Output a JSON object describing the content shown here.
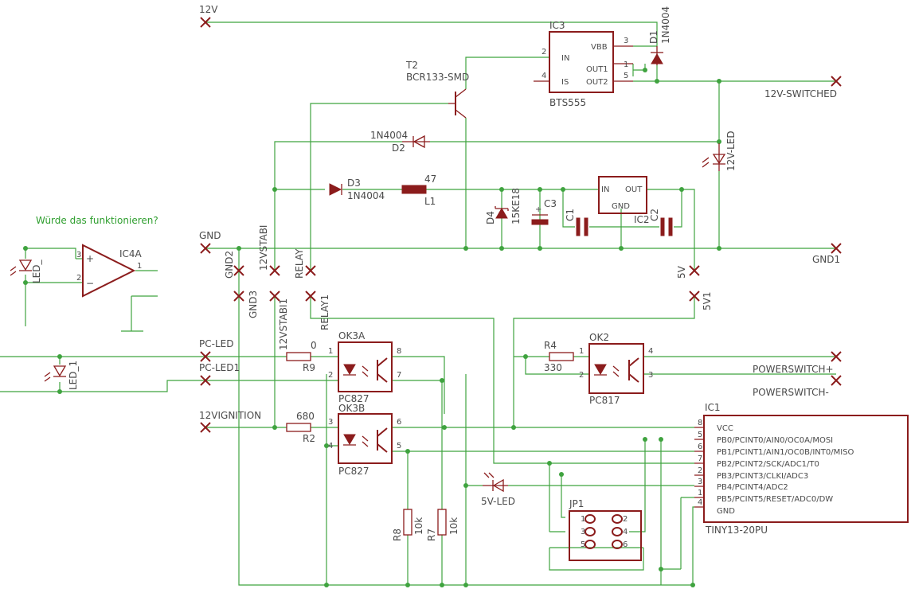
{
  "comment": "Würde das funktionieren?",
  "nets": {
    "v12": "12V",
    "gnd": "GND",
    "v12_switched": "12V-SWITCHED",
    "gnd1": "GND1",
    "gnd2": "GND2",
    "gnd3": "GND3",
    "v12stabi": "12VSTABI",
    "v12stabi1": "12VSTABI1",
    "relay": "RELAY",
    "relay1": "RELAY1",
    "v5": "5V",
    "v5_1": "5V1",
    "pc_led": "PC-LED",
    "pc_led1": "PC-LED1",
    "v12ignition": "12VIGNITION",
    "powerswitch_plus": "POWERSWITCH+",
    "powerswitch_minus": "POWERSWITCH-"
  },
  "parts": {
    "ic3": {
      "name": "IC3",
      "value": "BTS555",
      "pins": {
        "in": "IN",
        "is": "IS",
        "vbb": "VBB",
        "out1": "OUT1",
        "out2": "OUT2"
      },
      "pin_nums": {
        "in": "2",
        "is": "4",
        "vbb": "3",
        "out1": "1",
        "out2": "5"
      }
    },
    "t2": {
      "name": "T2",
      "value": "BCR133-SMD"
    },
    "d1": {
      "name": "D1",
      "value": "1N4004"
    },
    "d2": {
      "name": "D2",
      "value": "1N4004"
    },
    "d3": {
      "name": "D3",
      "value": "1N4004"
    },
    "l1": {
      "name": "L1",
      "value": "47"
    },
    "d4": {
      "name": "D4",
      "value": "15KE18"
    },
    "c3": {
      "name": "C3"
    },
    "c1": {
      "name": "C1"
    },
    "c2": {
      "name": "C2"
    },
    "ic2": {
      "name": "IC2",
      "pins": {
        "in": "IN",
        "out": "OUT",
        "gnd": "GND"
      }
    },
    "led_12v": {
      "name": "12V-LED"
    },
    "ic4a": {
      "name": "IC4A",
      "pins": {
        "p1": "1",
        "p2": "2",
        "p3": "3"
      }
    },
    "led_a": {
      "name": "LED_"
    },
    "led_b": {
      "name": "LED_1"
    },
    "ok3a": {
      "name": "OK3A",
      "value": "PC827",
      "pins": {
        "p1": "1",
        "p2": "2",
        "p7": "7",
        "p8": "8"
      }
    },
    "ok3b": {
      "name": "OK3B",
      "value": "PC827",
      "pins": {
        "p3": "3",
        "p4": "4",
        "p5": "5",
        "p6": "6"
      }
    },
    "ok2": {
      "name": "OK2",
      "value": "PC817",
      "pins": {
        "p1": "1",
        "p2": "2",
        "p3": "3",
        "p4": "4"
      }
    },
    "r9": {
      "name": "R9",
      "value": "0"
    },
    "r2": {
      "name": "R2",
      "value": "680"
    },
    "r4": {
      "name": "R4",
      "value": "330"
    },
    "r8": {
      "name": "R8",
      "value": "10k"
    },
    "r7": {
      "name": "R7",
      "value": "10k"
    },
    "led_5v": {
      "name": "5V-LED"
    },
    "jp1": {
      "name": "JP1",
      "pins": [
        "1",
        "2",
        "3",
        "4",
        "5",
        "6"
      ]
    },
    "ic1": {
      "name": "IC1",
      "value": "TINY13-20PU",
      "pins": [
        {
          "num": "8",
          "label": "VCC"
        },
        {
          "num": "5",
          "label": "PB0/PCINT0/AIN0/OC0A/MOSI"
        },
        {
          "num": "6",
          "label": "PB1/PCINT1/AIN1/OC0B/INT0/MISO"
        },
        {
          "num": "7",
          "label": "PB2/PCINT2/SCK/ADC1/T0"
        },
        {
          "num": "2",
          "label": "PB3/PCINT3/CLKI/ADC3"
        },
        {
          "num": "3",
          "label": "PB4/PCINT4/ADC2"
        },
        {
          "num": "1",
          "label": "PB5/PCINT5/RESET/ADC0/DW"
        },
        {
          "num": "4",
          "label": "GND"
        }
      ]
    }
  }
}
